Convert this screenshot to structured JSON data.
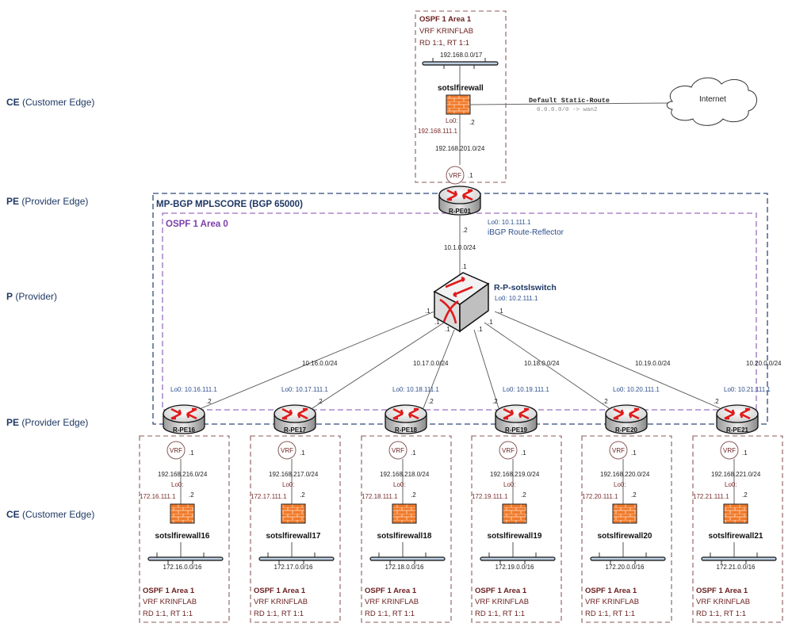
{
  "tiers": [
    {
      "abbr": "CE",
      "label": "(Customer Edge)"
    },
    {
      "abbr": "PE",
      "label": "(Provider Edge)"
    },
    {
      "abbr": "P",
      "label": "(Provider)"
    },
    {
      "abbr": "PE",
      "label": "(Provider Edge)"
    },
    {
      "abbr": "CE",
      "label": "(Customer Edge)"
    }
  ],
  "core": {
    "bgp_title": "MP-BGP MPLSCORE (BGP 65000)",
    "ospf_title": "OSPF 1 Area 0",
    "pe01": {
      "name": "R-PE01",
      "lo": "Lo0: 10.1.111.1",
      "role": "iBGP Route-Reflector",
      "link_addr": ".2",
      "vrf": "VRF",
      "vrf_addr": ".1"
    },
    "pe01_link": {
      "subnet": "10.1.0.0/24",
      "p_addr": ".1"
    },
    "p": {
      "name": "R-P-sotslswitch",
      "lo": "Lo0: 10.2.111.1"
    }
  },
  "hq": {
    "box": {
      "title": "OSPF 1 Area 1",
      "vrf": "VRF KRINFLAB",
      "rd": "RD 1:1, RT 1:1"
    },
    "lan": "192.168.0.0/17",
    "firewall": "sotslfirewall",
    "lo_label": "Lo0:",
    "lo": "192.168.111.1",
    "fw_addr": ".2",
    "transit": "192.168.201.0/24",
    "route_title": "Default Static-Route",
    "route_text": "0.0.0.0/0 -> wan2",
    "cloud": "Internet"
  },
  "sites": [
    {
      "pe": "R-PE16",
      "lo": "Lo0: 10.16.111.1",
      "core": "10.16.0.0/24",
      "transit": "192.168.216.0/24",
      "fw": "sotslfirewall16",
      "fw_lo": "172.16.111.1",
      "lan": "172.16.0.0/16"
    },
    {
      "pe": "R-PE17",
      "lo": "Lo0: 10.17.111.1",
      "core": "10.17.0.0/24",
      "transit": "192.168.217.0/24",
      "fw": "sotslfirewall17",
      "fw_lo": "172.17.111.1",
      "lan": "172.17.0.0/16"
    },
    {
      "pe": "R-PE18",
      "lo": "Lo0: 10.18.111.1",
      "core": "10.18.0.0/24",
      "transit": "192.168.218.0/24",
      "fw": "sotslfirewall18",
      "fw_lo": "172.18.111.1",
      "lan": "172.18.0.0/16"
    },
    {
      "pe": "R-PE19",
      "lo": "Lo0: 10.19.111.1",
      "core": "10.19.0.0/24",
      "transit": "192.168.219.0/24",
      "fw": "sotslfirewall19",
      "fw_lo": "172.19.111.1",
      "lan": "172.19.0.0/16"
    },
    {
      "pe": "R-PE20",
      "lo": "Lo0: 10.20.111.1",
      "core": "10.20.0.0/24",
      "transit": "192.168.220.0/24",
      "fw": "sotslfirewall20",
      "fw_lo": "172.20.111.1",
      "lan": "172.20.0.0/16"
    },
    {
      "pe": "R-PE21",
      "lo": "Lo0: 10.21.111.1",
      "core": "10.21.0.0/24",
      "transit": "192.168.221.0/24",
      "fw": "sotslfirewall21",
      "fw_lo": "172.21.111.1",
      "lan": "172.21.0.0/16"
    }
  ],
  "site_common": {
    "box_title": "OSPF 1 Area 1",
    "box_vrf": "VRF KRINFLAB",
    "box_rd": "RD 1:1, RT 1:1",
    "vrf": "VRF",
    "vrf_addr": ".1",
    "fw_addr": ".2",
    "lo_label": "Lo0:",
    "p_side": ".1",
    "pe_side": ".2"
  },
  "colors": {
    "bgp_border": "#2f4b7c",
    "ospf_border": "#9b6fc0",
    "vrf_border": "#8b5a5a",
    "router_arrow": "#e01b1b",
    "firewall": "#f07a2a",
    "tier_text": "#1f3864"
  }
}
